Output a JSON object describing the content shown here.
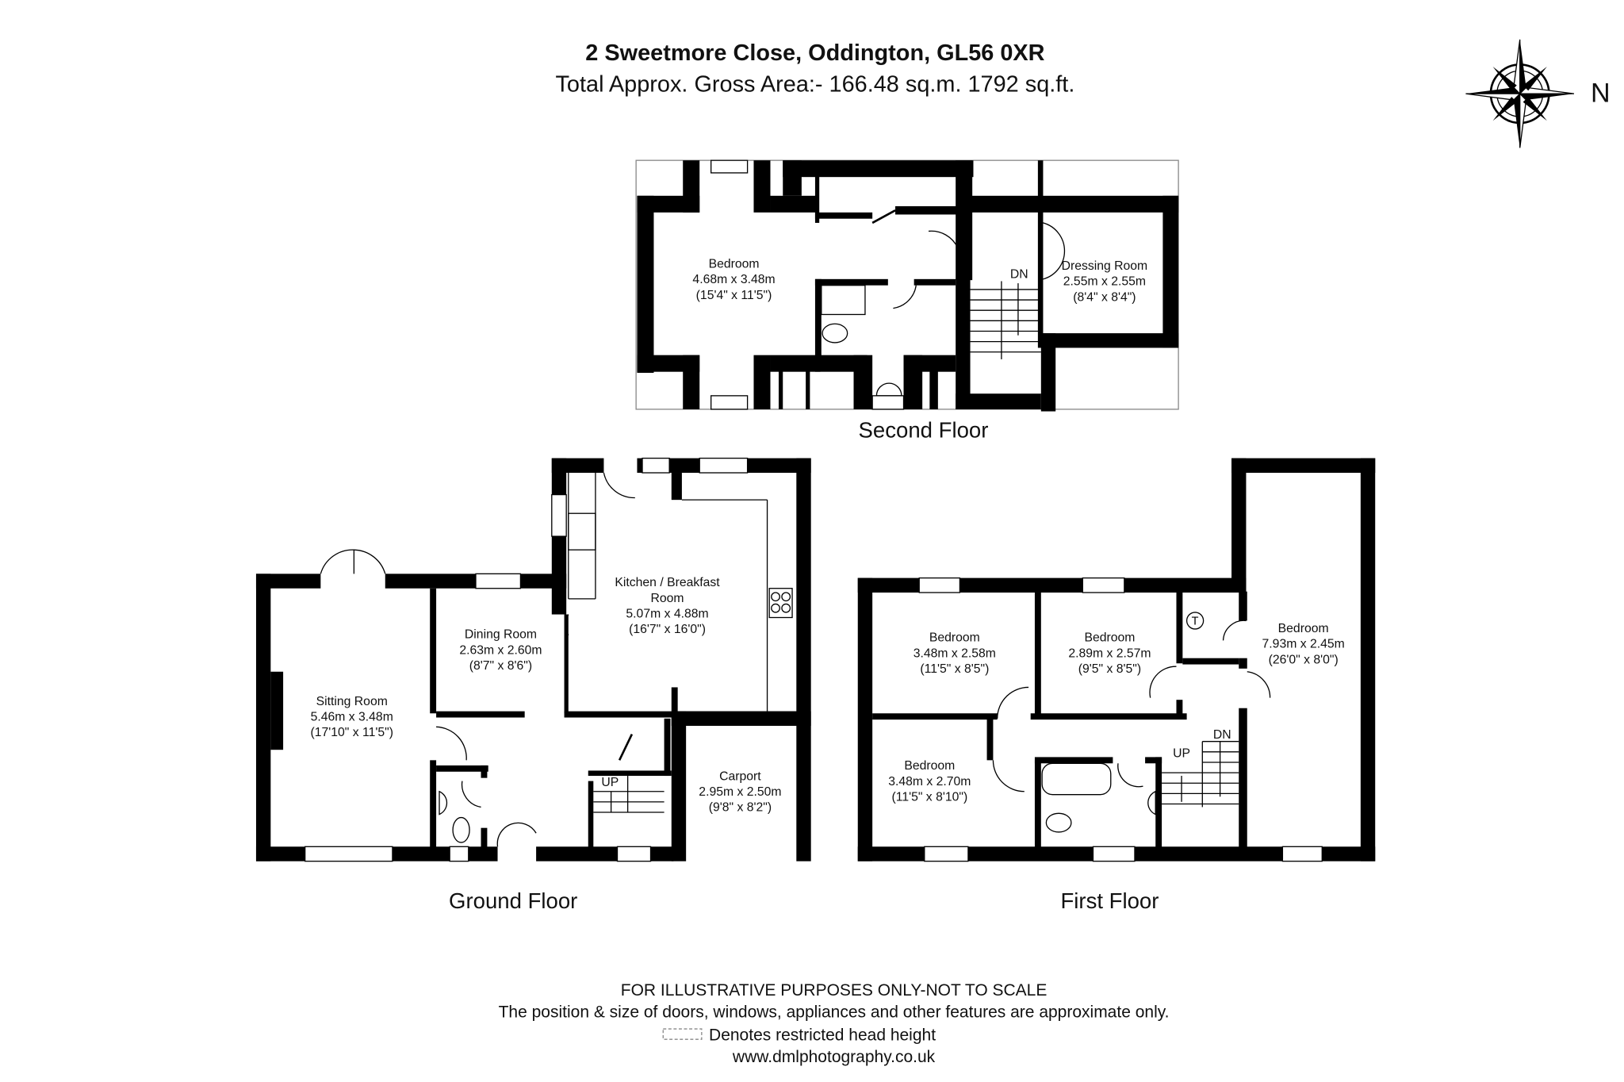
{
  "header": {
    "title": "2 Sweetmore Close, Oddington, GL56 0XR",
    "subtitle": "Total Approx. Gross Area:- 166.48 sq.m. 1792 sq.ft."
  },
  "compass": {
    "icon": "compass-rose-icon",
    "label": "N"
  },
  "second_floor": {
    "label": "Second Floor",
    "stairs_label": "DN",
    "rooms": [
      {
        "name": "Bedroom",
        "metric": "4.68m x 3.48m",
        "imperial": "(15'4\" x 11'5\")"
      },
      {
        "name": "Dressing Room",
        "metric": "2.55m x 2.55m",
        "imperial": "(8'4\" x 8'4\")"
      }
    ]
  },
  "ground_floor": {
    "label": "Ground Floor",
    "stairs_label": "UP",
    "rooms": [
      {
        "name": "Sitting Room",
        "metric": "5.46m x 3.48m",
        "imperial": "(17'10\" x 11'5\")"
      },
      {
        "name": "Dining Room",
        "metric": "2.63m x 2.60m",
        "imperial": "(8'7\" x 8'6\")"
      },
      {
        "name": "Kitchen / Breakfast",
        "name2": "Room",
        "metric": "5.07m x 4.88m",
        "imperial": "(16'7\" x 16'0\")"
      },
      {
        "name": "Carport",
        "metric": "2.95m x 2.50m",
        "imperial": "(9'8\" x 8'2\")"
      }
    ]
  },
  "first_floor": {
    "label": "First Floor",
    "stairs_up": "UP",
    "stairs_down": "DN",
    "tank_label": "T",
    "rooms": [
      {
        "name": "Bedroom",
        "metric": "3.48m x 2.58m",
        "imperial": "(11'5\" x 8'5\")"
      },
      {
        "name": "Bedroom",
        "metric": "2.89m x 2.57m",
        "imperial": "(9'5\" x 8'5\")"
      },
      {
        "name": "Bedroom",
        "metric": "7.93m x 2.45m",
        "imperial": "(26'0\" x 8'0\")"
      },
      {
        "name": "Bedroom",
        "metric": "3.48m x 2.70m",
        "imperial": "(11'5\" x 8'10\")"
      }
    ]
  },
  "footer": {
    "line1": "FOR ILLUSTRATIVE PURPOSES ONLY-NOT TO SCALE",
    "line2": "The position & size of doors, windows, appliances and other features are approximate only.",
    "line3": "Denotes restricted head height",
    "line4": "www.dmlphotography.co.uk"
  }
}
